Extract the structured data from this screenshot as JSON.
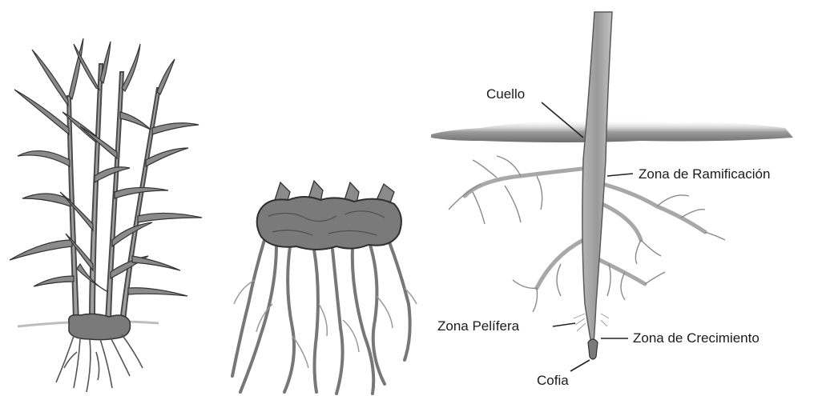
{
  "labels": {
    "cuello": "Cuello",
    "ramificacion": "Zona de Ramificación",
    "pelifera": "Zona Pelífera",
    "crecimiento": "Zona de Crecimiento",
    "cofia": "Cofia"
  },
  "colors": {
    "stem": "#9a9a9a",
    "stem_outline": "#4a4a4a",
    "leaf": "#8a8a8a",
    "tuber": "#7a7a7a",
    "soil": "#8c8c8c",
    "root": "#a8a8a8",
    "text": "#1a1a1a"
  }
}
